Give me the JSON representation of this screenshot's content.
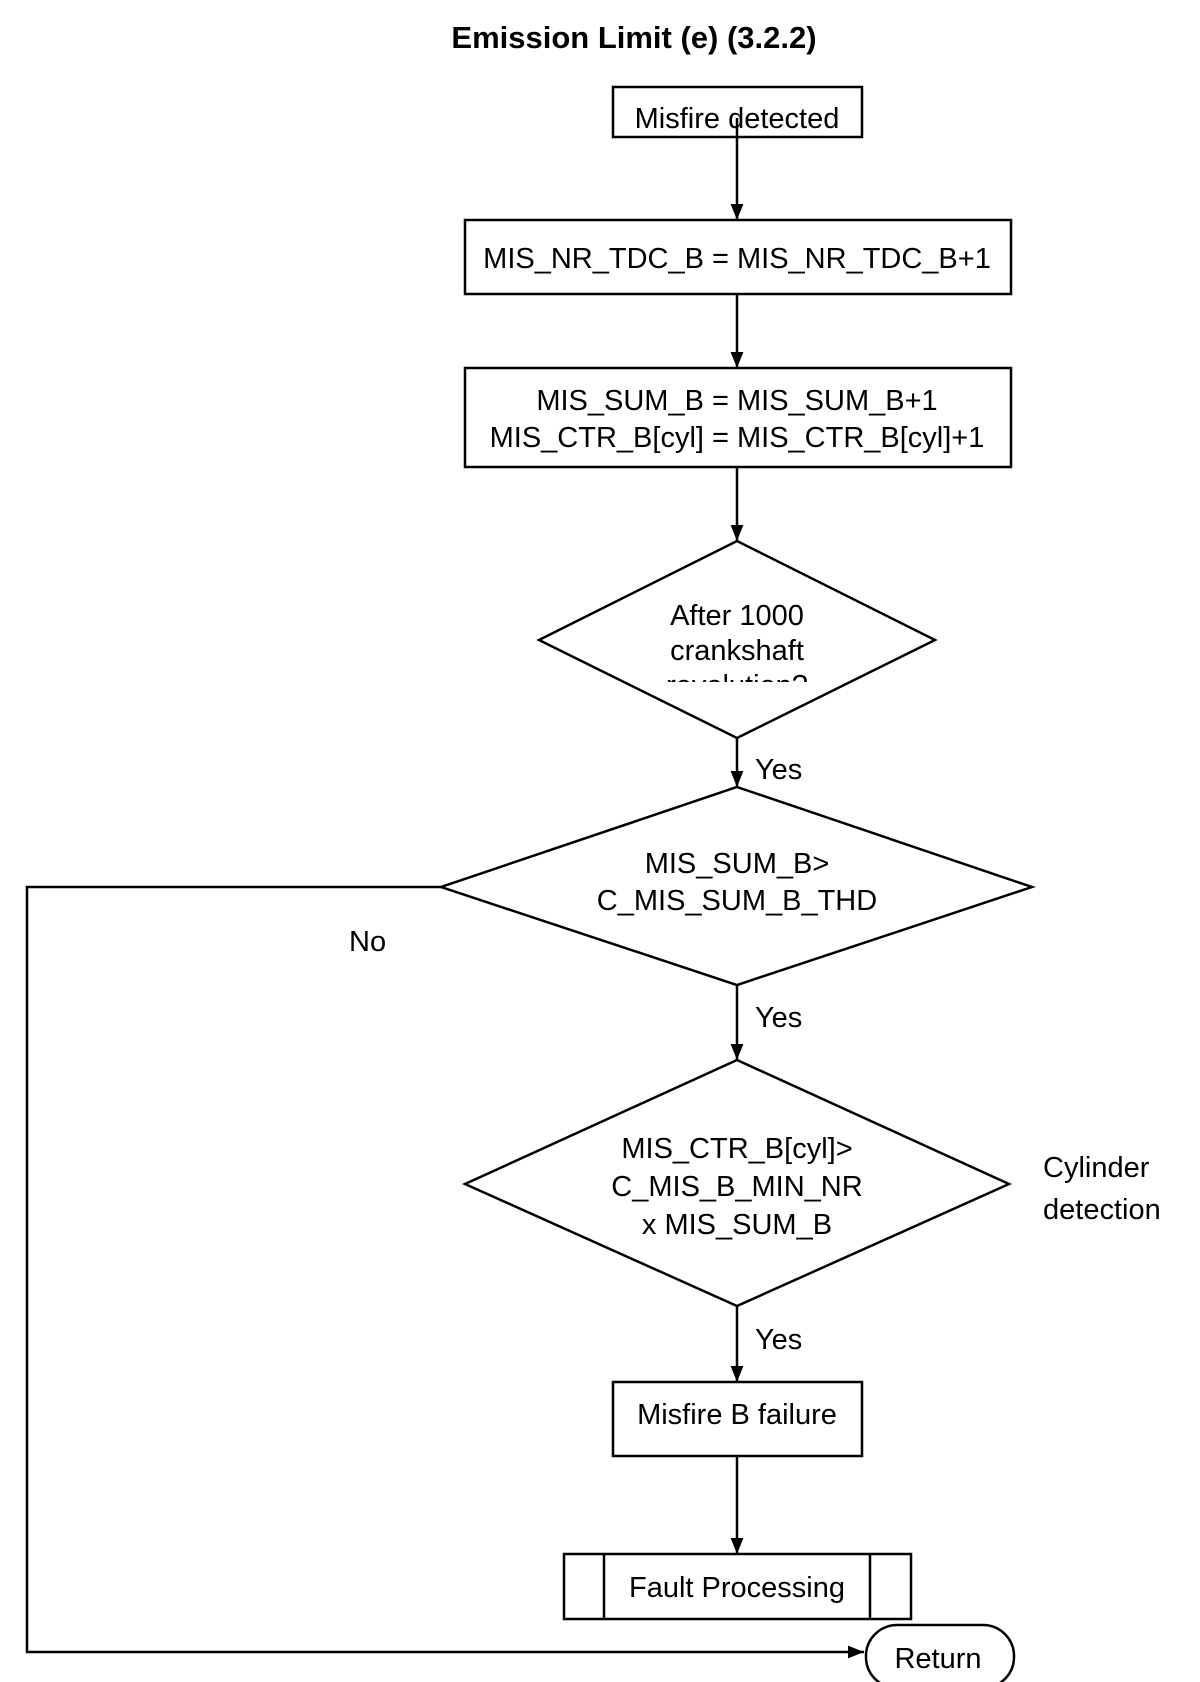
{
  "title": "Emission Limit (e) (3.2.2)",
  "nodes": {
    "misfire_detected": "Misfire detected",
    "tdc_increment": "MIS_NR_TDC_B = MIS_NR_TDC_B+1",
    "sum_increment": [
      "MIS_SUM_B = MIS_SUM_B+1",
      "MIS_CTR_B[cyl] = MIS_CTR_B[cyl]+1"
    ],
    "after_1000": [
      "After 1000",
      "crankshaft",
      "revolution?"
    ],
    "sum_threshold": [
      "MIS_SUM_B>",
      "C_MIS_SUM_B_THD"
    ],
    "cylinder_check": [
      "MIS_CTR_B[cyl]>",
      "C_MIS_B_MIN_NR",
      "x MIS_SUM_B"
    ],
    "misfire_failure": "Misfire B failure",
    "fault_processing": "Fault Processing",
    "return": "Return"
  },
  "edge_labels": {
    "yes_1": "Yes",
    "no": "No",
    "yes_2": "Yes",
    "yes_3": "Yes"
  },
  "annotations": {
    "cylinder_detection": [
      "Cylinder",
      "detection"
    ]
  }
}
